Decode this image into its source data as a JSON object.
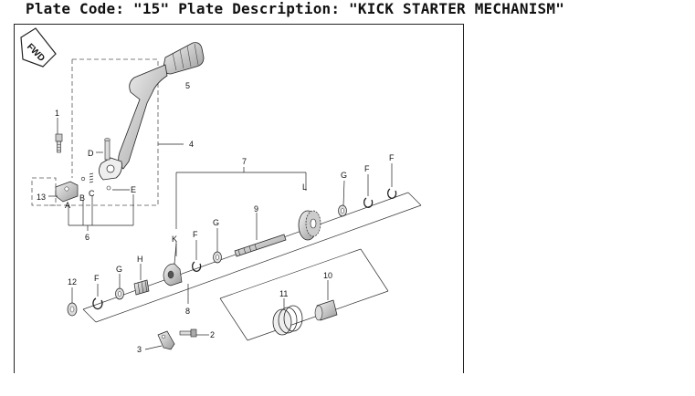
{
  "header": {
    "plate_code_label": "Plate Code:",
    "plate_code": "\"15\"",
    "plate_desc_label": "Plate Description:",
    "plate_desc": "\"KICK STARTER MECHANISM\""
  },
  "fwd_label": "FWD",
  "callouts": [
    "1",
    "2",
    "3",
    "4",
    "5",
    "6",
    "7",
    "8",
    "9",
    "10",
    "11",
    "12",
    "13",
    "A",
    "B",
    "C",
    "D",
    "E",
    "F",
    "G",
    "H",
    "K",
    "L"
  ],
  "colors": {
    "line": "#222222",
    "part_fill": "#e6e6e6",
    "part_dark": "#555555",
    "background": "#ffffff"
  }
}
